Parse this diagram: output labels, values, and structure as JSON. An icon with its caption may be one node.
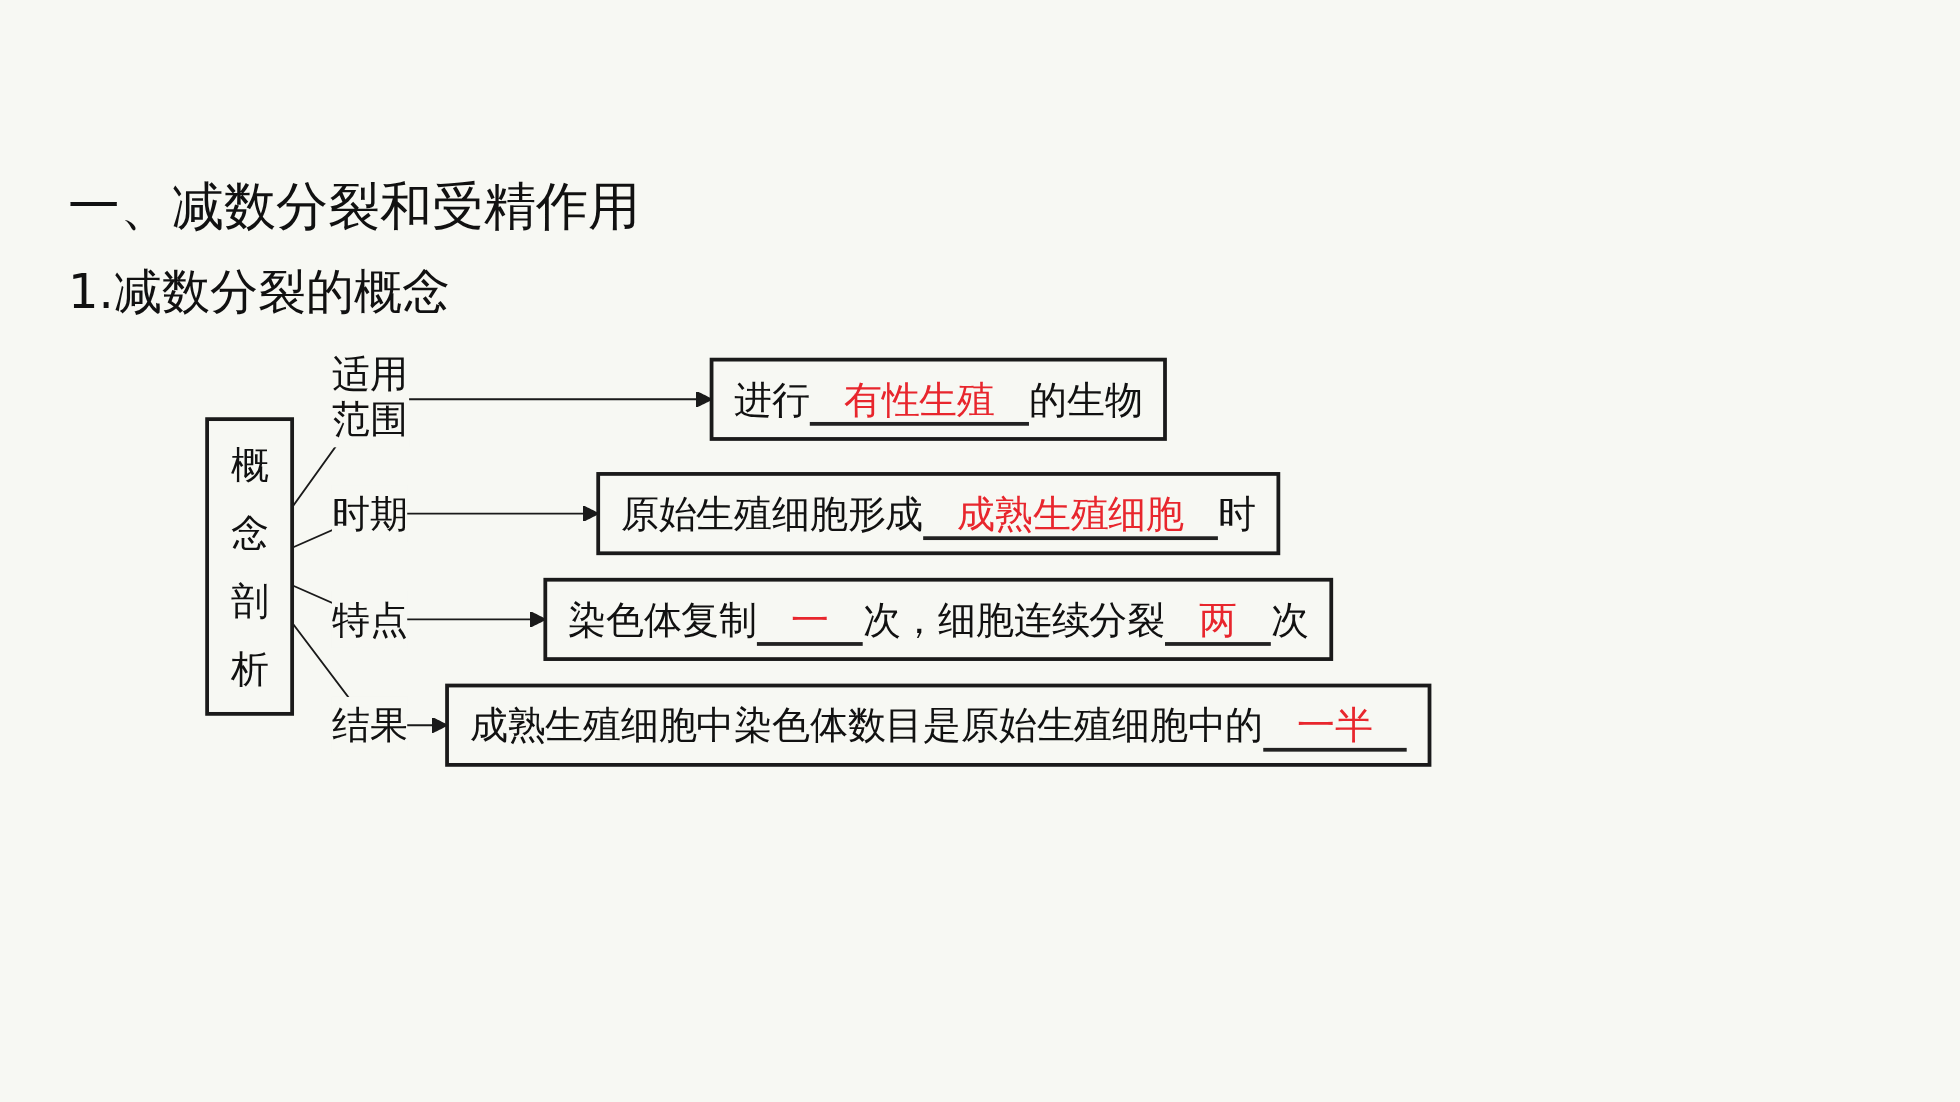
{
  "diagram": {
    "title": "一、减数分裂和受精作用",
    "nodes": [
      {
        "text": [
          "概念剖析"
        ]
      },
      {
        "text": [
          "进行有性生殖的生物"
        ]
      },
      {
        "text": [
          "原始生殖细胞形成成熟生殖细胞时"
        ]
      },
      {
        "text": [
          "染色体复制一次，细胞连续分裂两次"
        ]
      },
      {
        "text": [
          "成熟生殖细胞中染色体数目是原始生殖细胞中的一半"
        ]
      }
    ],
    "edges": [
      {
        "from": 0,
        "to": 1,
        "arrow": "to",
        "label": "适用范围"
      },
      {
        "from": 0,
        "to": 2,
        "arrow": "to",
        "label": "时期"
      },
      {
        "from": 0,
        "to": 3,
        "arrow": "to",
        "label": "特点"
      },
      {
        "from": 0,
        "to": 4,
        "arrow": "to",
        "label": "结果"
      }
    ],
    "labels": [
      "1.减数分裂的概念"
    ]
  }
}
